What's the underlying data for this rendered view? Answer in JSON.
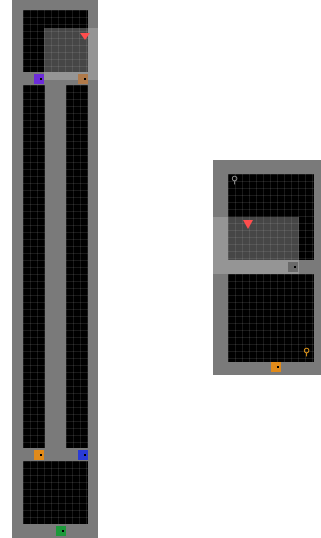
{
  "env": {
    "colors": {
      "wall": "#7a7a7a",
      "floor": "#000000",
      "agent": "#ff4d4d",
      "door_purple": "#6c2bd9",
      "door_brown": "#b07a4a",
      "door_orange": "#e08a1a",
      "door_blue": "#2a3bd6",
      "door_green": "#1c9a3a",
      "key_gray": "#9a9a9a",
      "key_orange": "#f3a21a"
    },
    "left_map": {
      "agent": "agent-icon",
      "doors": [
        "door-purple",
        "door-brown",
        "door-orange",
        "door-blue",
        "door-green"
      ]
    },
    "right_map": {
      "agent": "agent-icon",
      "keys": [
        "key-gray",
        "key-orange"
      ],
      "doors": [
        "door-gray",
        "door-orange"
      ]
    }
  }
}
